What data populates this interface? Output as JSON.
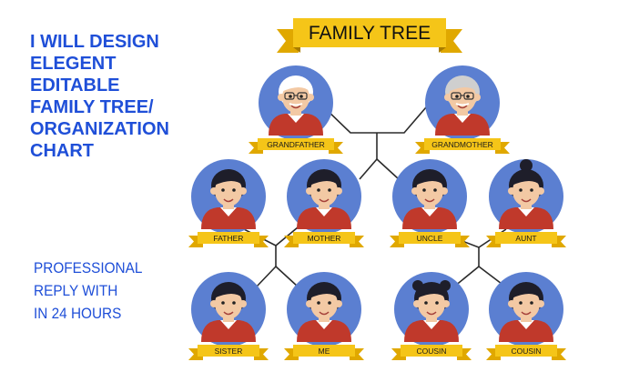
{
  "promo": {
    "headline_lines": [
      "I WILL DESIGN",
      "ELEGENT",
      "EDITABLE",
      "FAMILY TREE/",
      "ORGANIZATION",
      "CHART"
    ],
    "subline_lines": [
      "PROFESSIONAL",
      "REPLY WITH",
      "IN 24 HOURS"
    ]
  },
  "tree": {
    "title": "FAMILY TREE",
    "members": [
      {
        "key": "grandfather",
        "label": "GRANDFATHER",
        "hair": "#ffffff",
        "shirt": "#c0392b",
        "glasses": true,
        "elder": true
      },
      {
        "key": "grandmother",
        "label": "GRANDMOTHER",
        "hair": "#cfcfcf",
        "shirt": "#c0392b",
        "glasses": true,
        "elder": true
      },
      {
        "key": "father",
        "label": "FATHER",
        "hair": "#1e1e2a",
        "shirt": "#c0392b",
        "glasses": false,
        "elder": false
      },
      {
        "key": "mother",
        "label": "MOTHER",
        "hair": "#1e1e2a",
        "shirt": "#c0392b",
        "glasses": false,
        "elder": false
      },
      {
        "key": "uncle",
        "label": "UNCLE",
        "hair": "#1e1e2a",
        "shirt": "#c0392b",
        "glasses": false,
        "elder": false
      },
      {
        "key": "aunt",
        "label": "AUNT",
        "hair": "#1e1e2a",
        "shirt": "#c0392b",
        "glasses": false,
        "elder": false
      },
      {
        "key": "sister",
        "label": "SISTER",
        "hair": "#1e1e2a",
        "shirt": "#c0392b",
        "glasses": false,
        "elder": false
      },
      {
        "key": "me",
        "label": "ME",
        "hair": "#1e1e2a",
        "shirt": "#c0392b",
        "glasses": false,
        "elder": false
      },
      {
        "key": "cousin-1",
        "label": "COUSIN",
        "hair": "#1e1e2a",
        "shirt": "#c0392b",
        "glasses": false,
        "elder": false
      },
      {
        "key": "cousin-2",
        "label": "COUSIN",
        "hair": "#1e1e2a",
        "shirt": "#c0392b",
        "glasses": false,
        "elder": false
      }
    ]
  },
  "colors": {
    "headline": "#1f4fd8",
    "avatar_circle": "#5b7fd1",
    "ribbon": "#f5c518",
    "ribbon_tail": "#e0a800",
    "connector": "#2b2b2b",
    "skin": "#f3c9a4"
  }
}
